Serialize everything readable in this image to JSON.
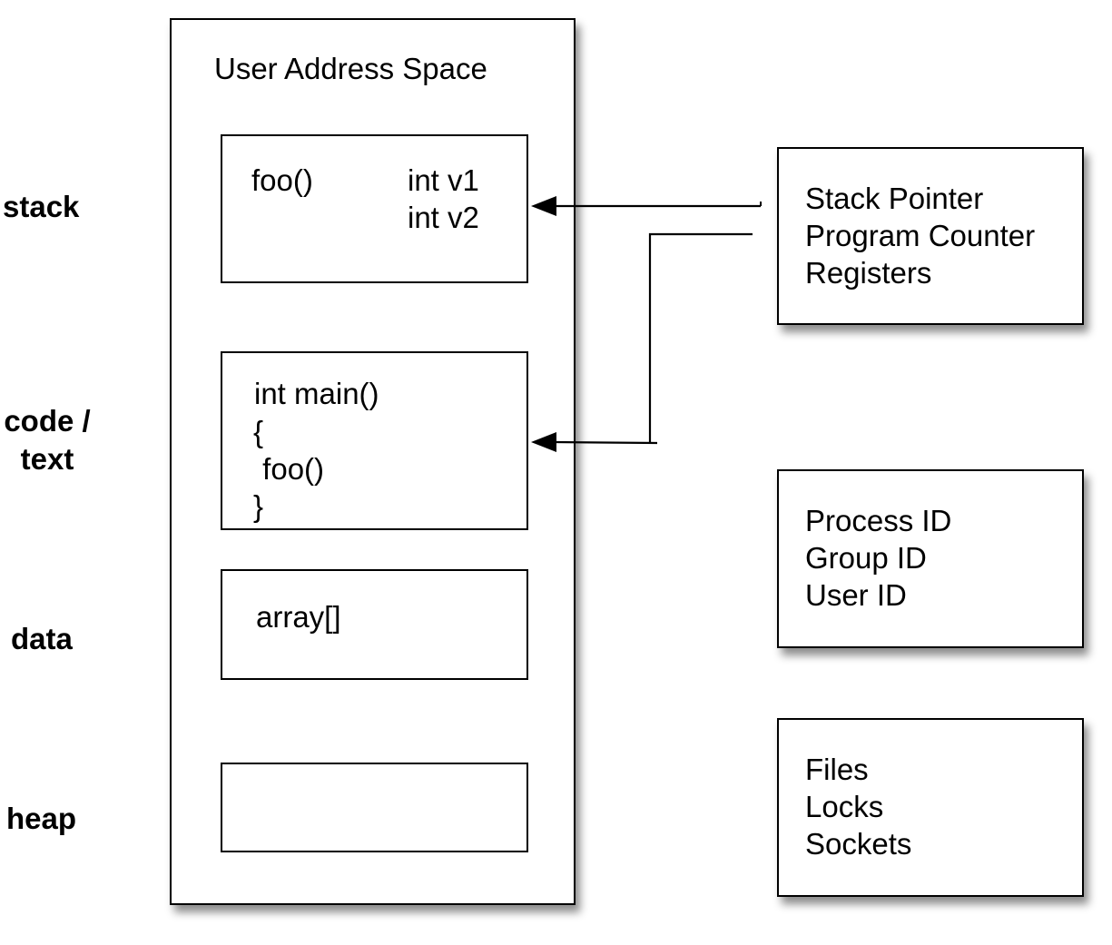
{
  "segment_labels": {
    "stack": "stack",
    "code_line1": "code /",
    "code_line2": "text",
    "data": "data",
    "heap": "heap"
  },
  "address_space": {
    "title": "User Address Space",
    "stack_box": {
      "function": "foo()",
      "var1": "int v1",
      "var2": "int v2"
    },
    "code_box": {
      "line1": "int main()",
      "line2": "{",
      "line3": " foo()",
      "line4": "}"
    },
    "data_box": {
      "text": "array[]"
    },
    "heap_box": {}
  },
  "thread_state_box": {
    "line1": "Stack Pointer",
    "line2": "Program Counter",
    "line3": "Registers"
  },
  "identity_box": {
    "line1": "Process ID",
    "line2": "Group ID",
    "line3": "User ID"
  },
  "resources_box": {
    "line1": "Files",
    "line2": "Locks",
    "line3": "Sockets"
  },
  "connectors": [
    {
      "from": "Stack Pointer",
      "to": "stack"
    },
    {
      "from": "Program Counter",
      "to": "code / text"
    }
  ]
}
